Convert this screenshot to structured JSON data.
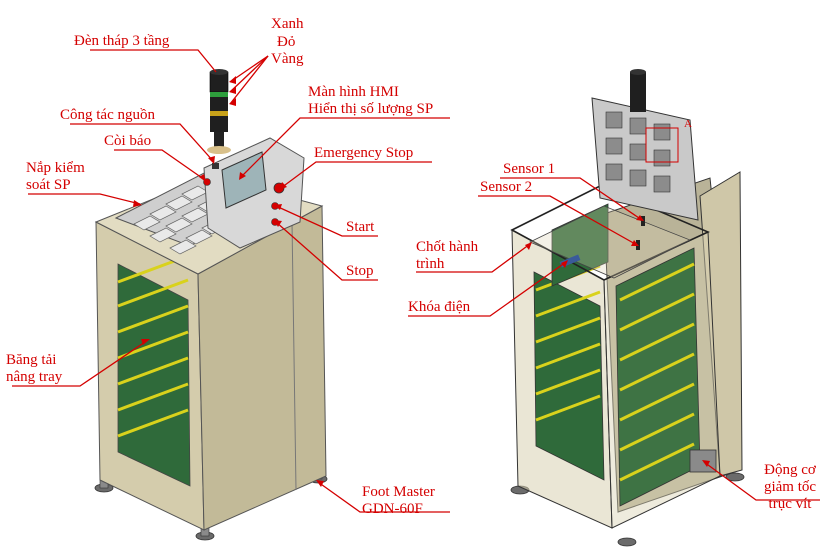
{
  "colors": {
    "label_red": "#d40000",
    "frame_beige": "#d9d2b3",
    "frame_dark": "#a8a084",
    "conveyor_green": "#2f6a3a",
    "rail_yellow": "#d9d21c",
    "panel_grey": "#c8c8c8"
  },
  "left_machine": {
    "labels": {
      "tower_lamp": "Đèn tháp 3 tầng",
      "green": "Xanh",
      "red": "Đỏ",
      "yellow": "Vàng",
      "power_switch": "Công tác nguồn",
      "buzzer": "Còi báo",
      "lid_line1": "Nắp kiểm",
      "lid_line2": "soát SP",
      "hmi_line1": "Màn hình HMI",
      "hmi_line2": "Hiển thị số lượng SP",
      "emergency_stop": "Emergency Stop",
      "start": "Start",
      "stop": "Stop",
      "conveyor_line1": "Băng tải",
      "conveyor_line2": "nâng tray",
      "foot_line1": "Foot Master",
      "foot_line2": "GDN-60F"
    }
  },
  "right_machine": {
    "labels": {
      "sensor1": "Sensor 1",
      "sensor2": "Sensor 2",
      "limit_line1": "Chốt hành",
      "limit_line2": "trình",
      "electric_lock": "Khóa điện",
      "motor_line1": "Động cơ",
      "motor_line2": "giảm tốc",
      "motor_line3": "trục vít",
      "detail_mark": "A"
    }
  }
}
